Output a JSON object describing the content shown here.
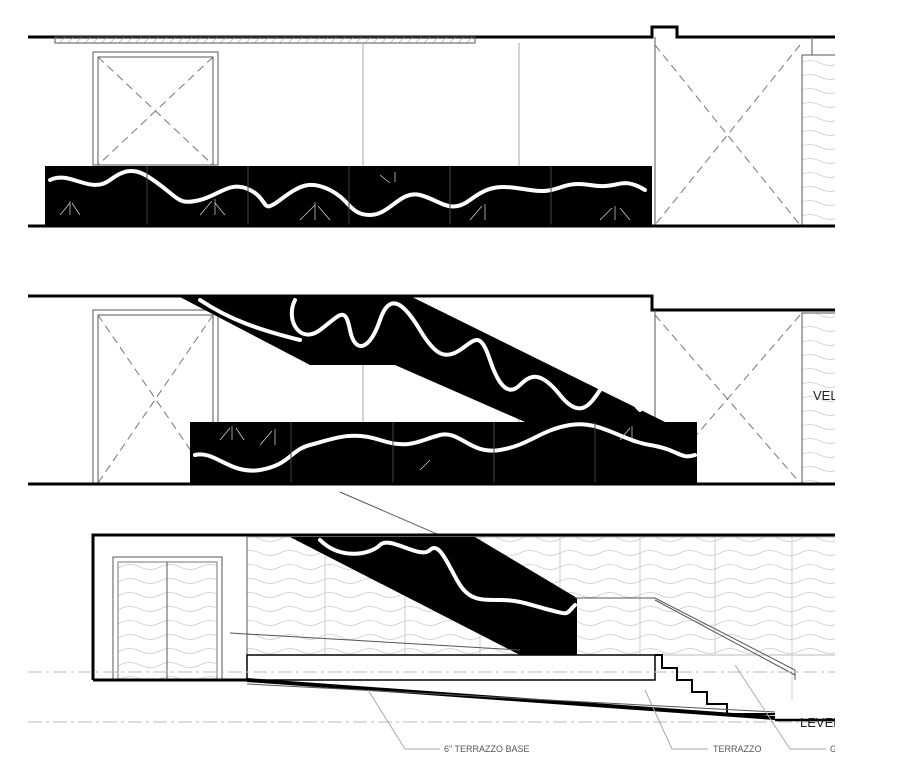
{
  "drawing": {
    "elevation_2": {
      "panel_label": "VEL"
    },
    "elevation_3": {
      "level_label": "LEVEL"
    },
    "callouts": [
      {
        "label": "6\" TERRAZZO BASE"
      },
      {
        "label": "TERRAZZO"
      },
      {
        "label": "G"
      }
    ]
  },
  "colors": {
    "mural": "#000000",
    "river": "#ffffff",
    "linework": "#000000"
  }
}
